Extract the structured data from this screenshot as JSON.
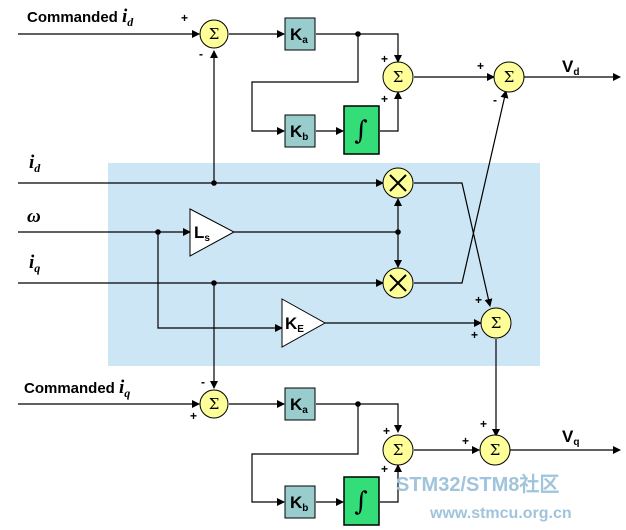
{
  "inputs": {
    "commanded_id": {
      "text": "Commanded ",
      "symbol": "i",
      "sub": "d"
    },
    "id": {
      "symbol": "i",
      "sub": "d"
    },
    "omega": {
      "symbol": "ω"
    },
    "iq": {
      "symbol": "i",
      "sub": "q"
    },
    "commanded_iq": {
      "text": "Commanded ",
      "symbol": "i",
      "sub": "q"
    }
  },
  "outputs": {
    "vd": {
      "main": "V",
      "sub": "d"
    },
    "vq": {
      "main": "V",
      "sub": "q"
    }
  },
  "blocks": {
    "ka": {
      "main": "K",
      "sub": "a"
    },
    "kb": {
      "main": "K",
      "sub": "b"
    },
    "ls": {
      "main": "L",
      "sub": "s"
    },
    "ke": {
      "main": "K",
      "sub": "E"
    },
    "integrator": "∫",
    "sum": "Σ",
    "mult": "×"
  },
  "signs": {
    "plus": "+",
    "minus": "-"
  },
  "watermark": {
    "line1": "STM32/STM8社区",
    "line2": "www.stmcu.org.cn"
  },
  "colors": {
    "shade": "#cce6f5",
    "sum_fill": "#ffff99",
    "gain_fill": "#99cccc",
    "integrator_fill": "#33dd77",
    "triangle_fill": "#ffffff"
  }
}
